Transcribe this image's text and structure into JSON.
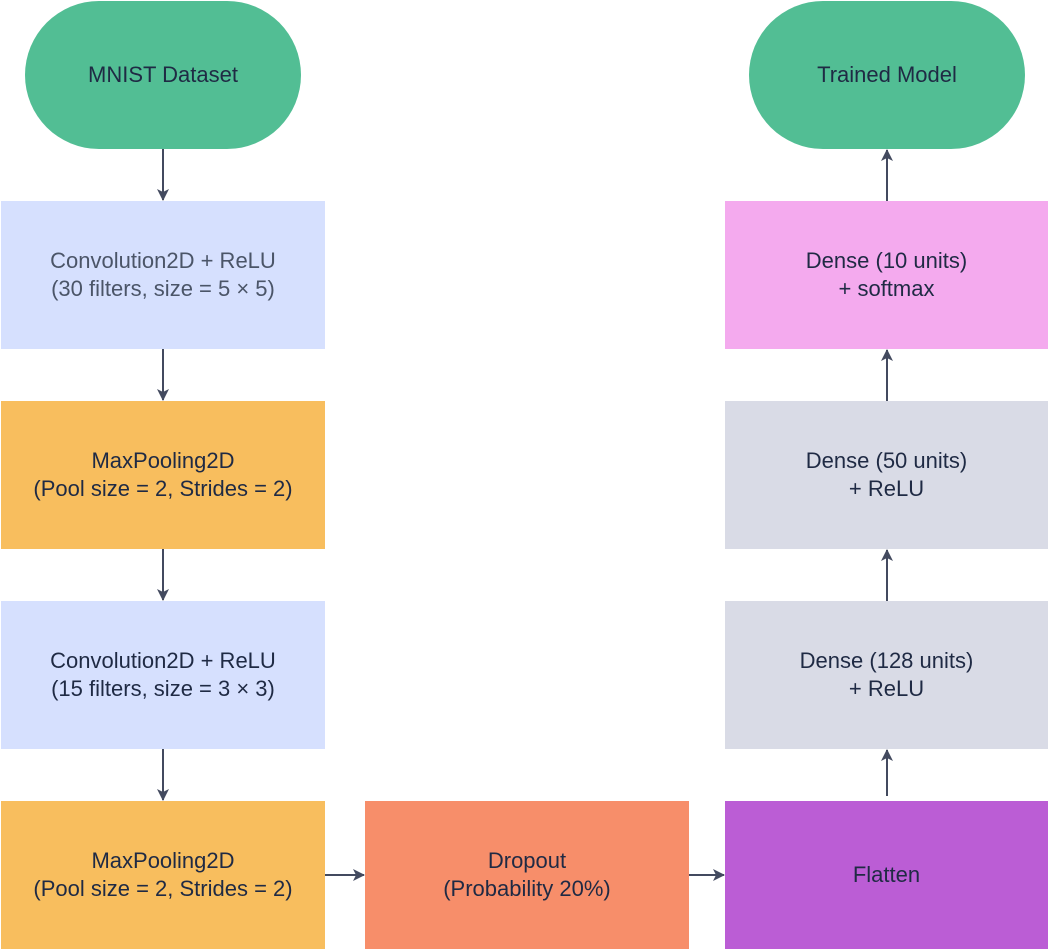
{
  "colors": {
    "terminal": "#52be94",
    "convolution": "#d6e0fe",
    "pooling": "#f8be5e",
    "dropout": "#f78e6a",
    "flatten": "#bb5dd5",
    "dense_hidden": "#d9dbe6",
    "dense_output": "#f4aaee",
    "arrow": "#434a5f"
  },
  "nodes": {
    "input": {
      "lines": [
        "MNIST Dataset"
      ]
    },
    "conv1": {
      "lines": [
        "Convolution2D + ReLU",
        "(30 filters, size = 5 × 5)"
      ]
    },
    "pool1": {
      "lines": [
        "MaxPooling2D",
        "(Pool size = 2, Strides = 2)"
      ]
    },
    "conv2": {
      "lines": [
        "Convolution2D + ReLU",
        "(15 filters, size = 3 × 3)"
      ]
    },
    "pool2": {
      "lines": [
        "MaxPooling2D",
        "(Pool size = 2, Strides = 2)"
      ]
    },
    "dropout": {
      "lines": [
        "Dropout",
        "(Probability 20%)"
      ]
    },
    "flatten": {
      "lines": [
        "Flatten"
      ]
    },
    "dense128": {
      "lines": [
        "Dense (128 units)",
        "+ ReLU"
      ]
    },
    "dense50": {
      "lines": [
        "Dense (50 units)",
        "+ ReLU"
      ]
    },
    "dense10": {
      "lines": [
        "Dense (10 units)",
        "+ softmax"
      ]
    },
    "output": {
      "lines": [
        "Trained Model"
      ]
    }
  },
  "edges": [
    {
      "from": "input",
      "to": "conv1"
    },
    {
      "from": "conv1",
      "to": "pool1"
    },
    {
      "from": "pool1",
      "to": "conv2"
    },
    {
      "from": "conv2",
      "to": "pool2"
    },
    {
      "from": "pool2",
      "to": "dropout"
    },
    {
      "from": "dropout",
      "to": "flatten"
    },
    {
      "from": "flatten",
      "to": "dense128"
    },
    {
      "from": "dense128",
      "to": "dense50"
    },
    {
      "from": "dense50",
      "to": "dense10"
    },
    {
      "from": "dense10",
      "to": "output"
    }
  ]
}
